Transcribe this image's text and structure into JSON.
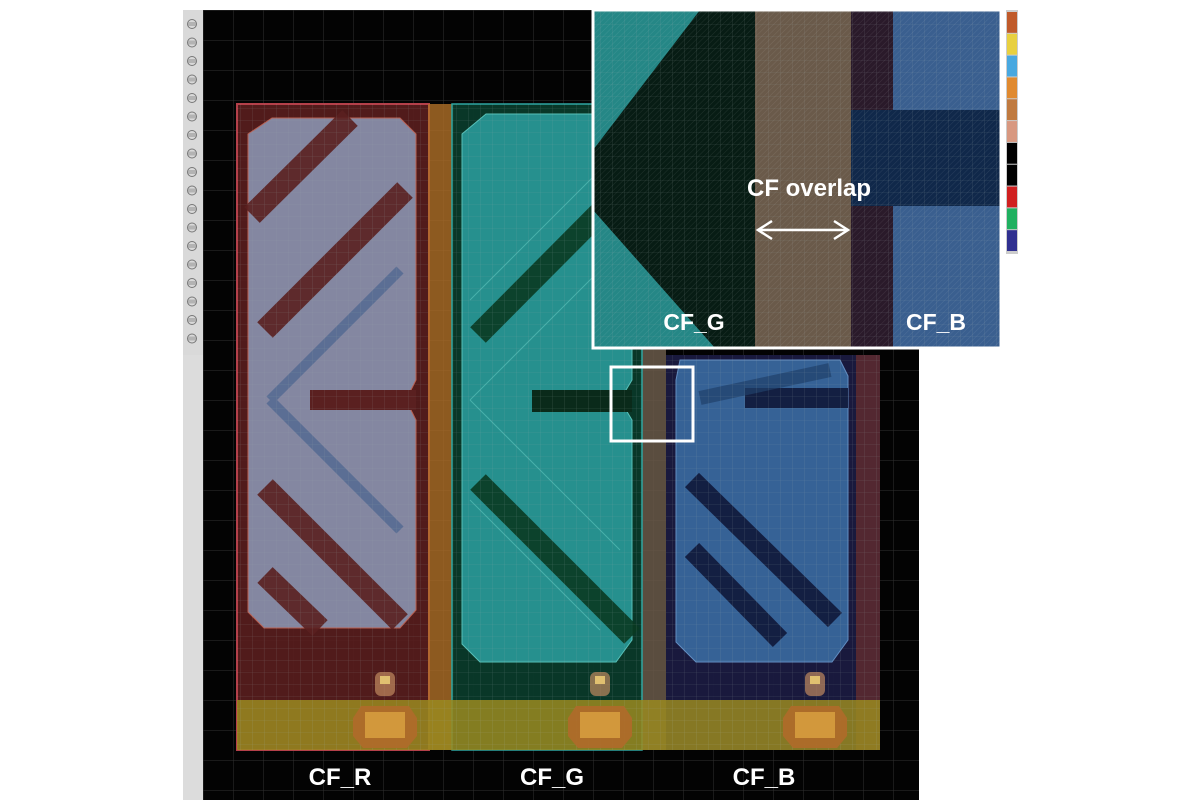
{
  "labels": {
    "main": [
      "CF_R",
      "CF_G",
      "CF_B"
    ],
    "inset_left": "CF_G",
    "inset_right": "CF_B",
    "overlap": "CF overlap"
  },
  "colors": {
    "canvas": "#030303",
    "grid": "#5a5a5a",
    "cf_r": "#b4404a",
    "cf_g": "#2fa6a2",
    "cf_b": "#4068a0",
    "pixel_fill": "#8c96b4",
    "bus": "#b78a2a",
    "highlight_box": "#ffffff"
  },
  "toolbar": {
    "icons": [
      "pointer-icon",
      "rotate-icon",
      "pan-icon",
      "zoom-icon",
      "ruler-icon",
      "select-icon",
      "layers-icon",
      "grid-icon",
      "copy-icon",
      "shape-icon",
      "cut-icon",
      "align-icon",
      "merge-icon",
      "subtract-icon",
      "snap-icon",
      "measure-icon",
      "fit-icon",
      "properties-icon"
    ]
  },
  "palette": {
    "swatches": [
      "#c05a2a",
      "#e8d040",
      "#48a8e0",
      "#e08a30",
      "#c07a40",
      "#d89880",
      "#000000",
      "#000000",
      "#d02020",
      "#20b060",
      "#303090"
    ]
  }
}
